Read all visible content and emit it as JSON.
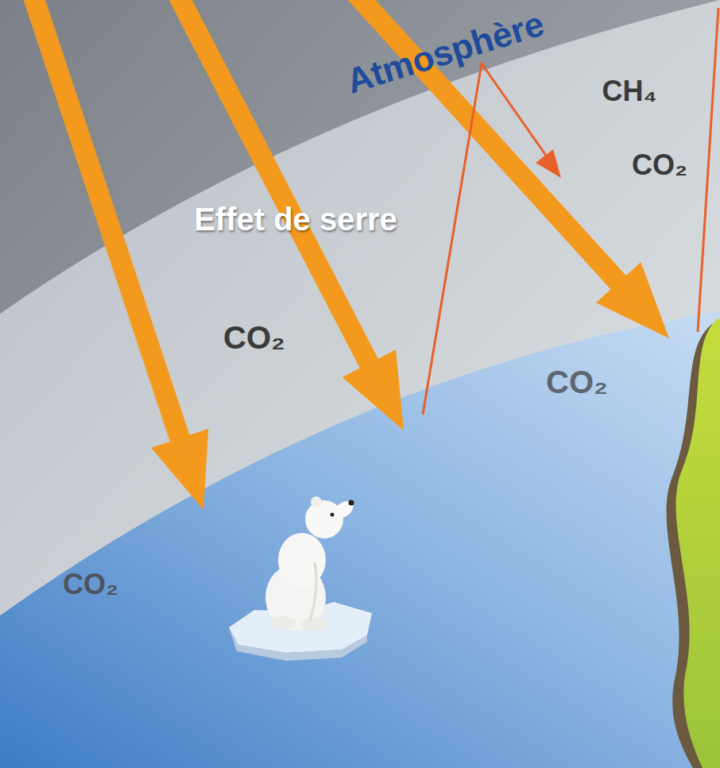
{
  "diagram": {
    "labels": [
      "Atmosphère",
      "CH₄",
      "CO₂",
      "Effet de serre",
      "CO₂",
      "CO₂",
      "CO₂"
    ]
  }
}
